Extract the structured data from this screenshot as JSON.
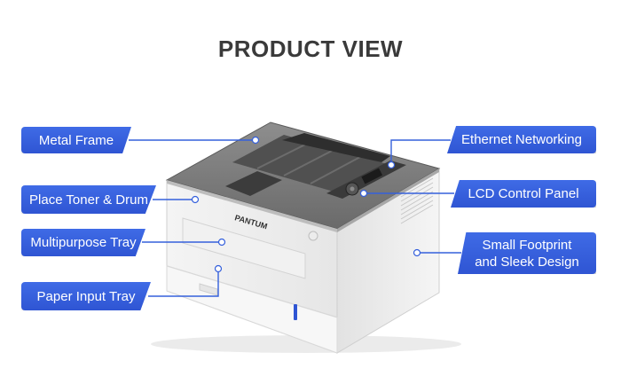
{
  "title": "PRODUCT VIEW",
  "brand": "PANTUM",
  "colors": {
    "label_bg": "#3560dc",
    "leader_line": "#3560dc",
    "title": "#3a3a3a"
  },
  "left_labels": [
    "Metal Frame",
    "Place Toner & Drum",
    "Multipurpose Tray",
    "Paper Input Tray"
  ],
  "right_labels": [
    "Ethernet Networking",
    "LCD Control Panel",
    "Small Footprint\nand Sleek Design"
  ]
}
